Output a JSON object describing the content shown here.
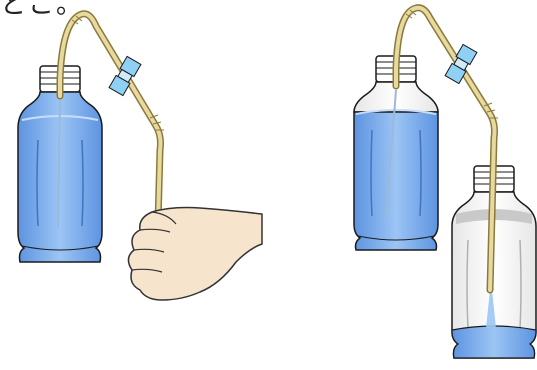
{
  "caption": "とこ。",
  "scenes": [
    {
      "name": "siphon-start",
      "description_visible": false
    },
    {
      "name": "siphon-transfer",
      "description_visible": false
    }
  ],
  "colors": {
    "water": "#7fb2ef",
    "water_dark": "#4f86d6",
    "bottle_outline": "#1a1a1a",
    "tube": "#e8d9a0",
    "tube_edge": "#8a7a3a",
    "connector": "#8fd0f5",
    "hand": "#f7e4cc",
    "hand_edge": "#333333",
    "empty_bottle": "#f2f2f2"
  }
}
